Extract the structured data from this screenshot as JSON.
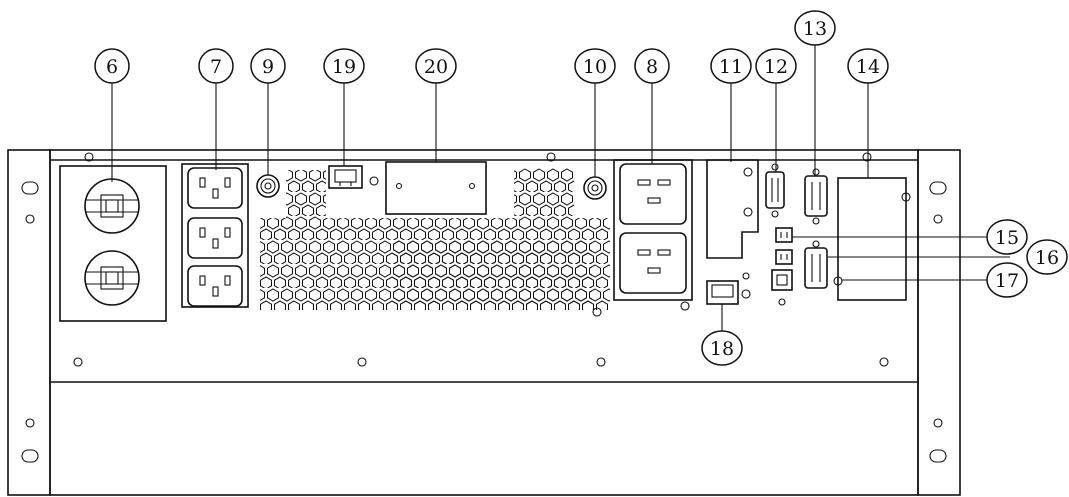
{
  "callouts": [
    {
      "id": "6",
      "label": "6"
    },
    {
      "id": "7",
      "label": "7"
    },
    {
      "id": "9",
      "label": "9"
    },
    {
      "id": "19",
      "label": "19"
    },
    {
      "id": "20",
      "label": "20"
    },
    {
      "id": "10",
      "label": "10"
    },
    {
      "id": "8",
      "label": "8"
    },
    {
      "id": "11",
      "label": "11"
    },
    {
      "id": "12",
      "label": "12"
    },
    {
      "id": "13",
      "label": "13"
    },
    {
      "id": "14",
      "label": "14"
    },
    {
      "id": "15",
      "label": "15"
    },
    {
      "id": "16",
      "label": "16"
    },
    {
      "id": "17",
      "label": "17"
    },
    {
      "id": "18",
      "label": "18"
    }
  ]
}
